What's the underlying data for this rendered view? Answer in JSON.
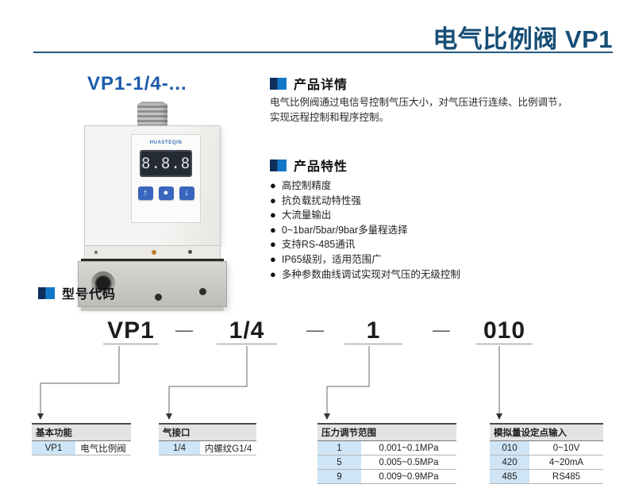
{
  "page": {
    "title": "电气比例阀 VP1"
  },
  "product_image": {
    "model_heading": "VP1-1/4-...",
    "brand": "HUASTEQIN",
    "display_value": "8.8.8",
    "buttons": {
      "up": "↑",
      "set": "●",
      "down": "↓"
    }
  },
  "details": {
    "heading": "产品详情",
    "line1": "电气比例阀通过电信号控制气压大小，对气压进行连续、比例调节，",
    "line2": "实现远程控制和程序控制。"
  },
  "features": {
    "heading": "产品特性",
    "bullet": "●",
    "items": [
      "高控制精度",
      "抗负载扰动特性强",
      "大流量输出",
      "0~1bar/5bar/9bar多量程选择",
      "支持RS-485通讯",
      "IP65级别，适用范围广",
      "多种参数曲线调试实现对气压的无级控制"
    ]
  },
  "model_code": {
    "heading": "型号代码",
    "segments": [
      "VP1",
      "1/4",
      "1",
      "010"
    ],
    "separator": "—"
  },
  "tables": [
    {
      "title": "基本功能",
      "rows": [
        {
          "code": "VP1",
          "value": "电气比例阀"
        }
      ]
    },
    {
      "title": "气接口",
      "rows": [
        {
          "code": "1/4",
          "value": "内螺纹G1/4"
        }
      ]
    },
    {
      "title": "压力调节范围",
      "rows": [
        {
          "code": "1",
          "value": "0.001~0.1MPa"
        },
        {
          "code": "5",
          "value": "0.005~0.5MPa"
        },
        {
          "code": "9",
          "value": "0.009~0.9MPa"
        }
      ]
    },
    {
      "title": "模拟量设定点输入",
      "rows": [
        {
          "code": "010",
          "value": "0~10V"
        },
        {
          "code": "420",
          "value": "4~20mA"
        },
        {
          "code": "485",
          "value": "RS485"
        }
      ]
    }
  ],
  "colors": {
    "title_blue": "#174e75",
    "rule_blue": "#2a6fa5",
    "model_blue": "#1b5bad",
    "square_dark": "#0e2f5c",
    "square_light": "#1478c8",
    "code_cell_bg": "#cfe5f6"
  }
}
